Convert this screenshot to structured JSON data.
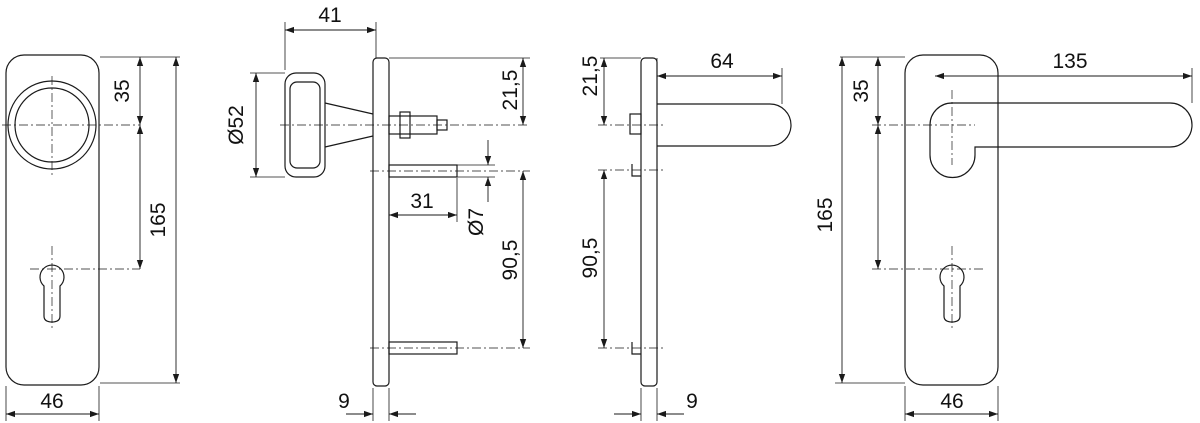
{
  "dimensions": {
    "front_knob": {
      "rose_width": "46",
      "knob_offset": "35",
      "center_distance": "165"
    },
    "side_knob": {
      "knob_projection": "41",
      "knob_diameter": "Ø52",
      "spindle_offset": "21,5",
      "pin_length": "31",
      "pin_diameter": "Ø7",
      "pin_spacing": "90,5",
      "plate_thickness": "9"
    },
    "side_lever": {
      "lever_projection": "64",
      "spindle_offset": "21,5",
      "pin_spacing": "90,5",
      "plate_thickness": "9"
    },
    "front_lever": {
      "lever_length": "135",
      "lever_offset": "35",
      "center_distance": "165",
      "rose_width": "46"
    }
  }
}
